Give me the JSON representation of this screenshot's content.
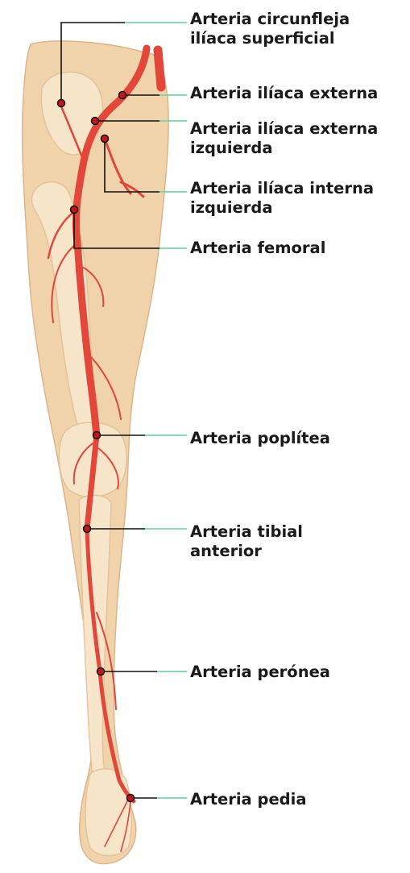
{
  "colors": {
    "skin": "#f1d3ab",
    "skin_edge": "#dcb58a",
    "bone": "#f8e6cc",
    "bone_edge": "#e3c39b",
    "artery": "#e2473a",
    "artery_dark": "#b8231c",
    "leader_dark": "#111111",
    "leader_green": "#7fd0a7",
    "dot_fill": "#c0171f"
  },
  "labels": [
    {
      "id": "circunfleja",
      "lines": [
        "Arteria circunfleja",
        "ilíaca superficial"
      ]
    },
    {
      "id": "iliaca-externa",
      "lines": [
        "Arteria ilíaca externa"
      ]
    },
    {
      "id": "iliaca-externa-izq",
      "lines": [
        "Arteria ilíaca externa",
        "izquierda"
      ]
    },
    {
      "id": "iliaca-interna-izq",
      "lines": [
        "Arteria ilíaca interna",
        "izquierda"
      ]
    },
    {
      "id": "femoral",
      "lines": [
        "Arteria femoral"
      ]
    },
    {
      "id": "poplitea",
      "lines": [
        "Arteria poplítea"
      ]
    },
    {
      "id": "tibial",
      "lines": [
        "Arteria tibial",
        "anterior"
      ]
    },
    {
      "id": "peronea",
      "lines": [
        "Arteria perónea"
      ]
    },
    {
      "id": "pedia",
      "lines": [
        "Arteria pedia"
      ]
    }
  ]
}
